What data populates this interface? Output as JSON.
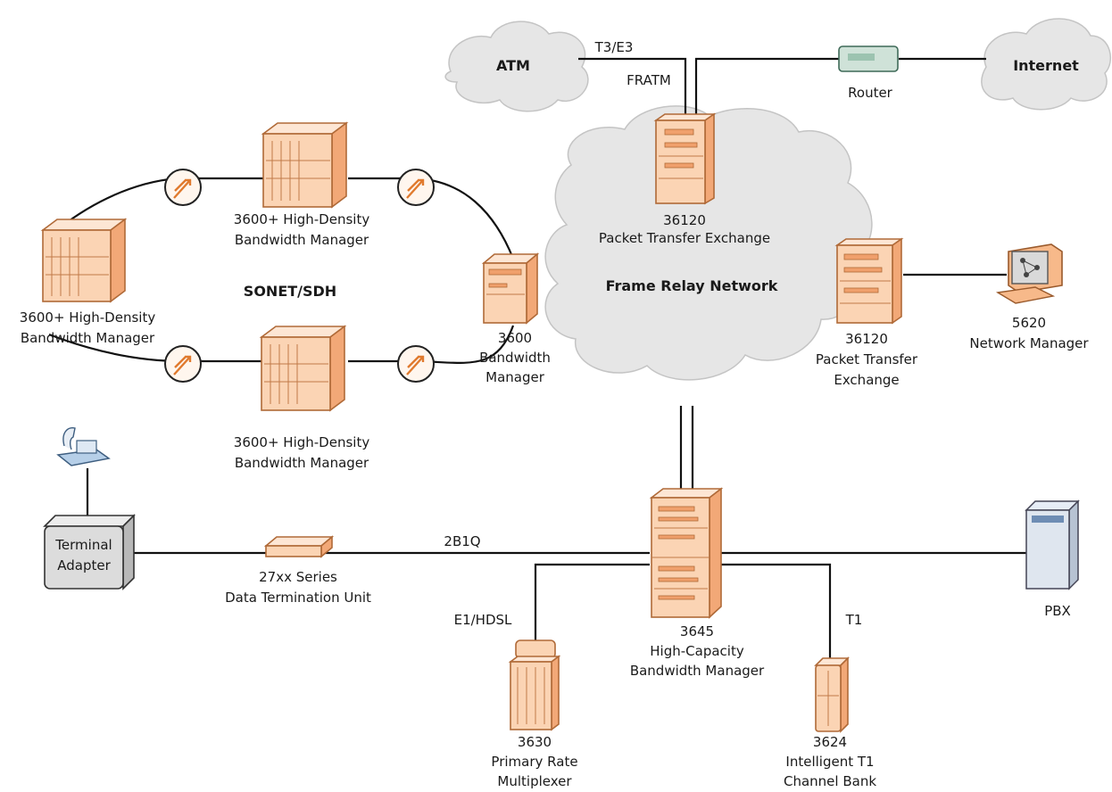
{
  "clouds": {
    "atm": "ATM",
    "internet": "Internet",
    "frame_relay": "Frame Relay Network"
  },
  "ring_label": "SONET/SDH",
  "links": {
    "t3e3": "T3/E3",
    "fratm": "FRATM",
    "b2b1q": "2B1Q",
    "e1hdsl": "E1/HDSL",
    "t1": "T1"
  },
  "devices": {
    "router": [
      "Router"
    ],
    "pte_top": [
      "36120",
      "Packet Transfer Exchange"
    ],
    "pte_right": [
      "36120",
      "Packet Transfer",
      "Exchange"
    ],
    "nm": [
      "5620",
      "Network Manager"
    ],
    "hd_top": [
      "3600+ High-Density",
      "Bandwidth Manager"
    ],
    "hd_left": [
      "3600+ High-Density",
      "Bandwidth Manager"
    ],
    "hd_bottom": [
      "3600+ High-Density",
      "Bandwidth Manager"
    ],
    "bm3600": [
      "3600",
      "Bandwidth",
      "Manager"
    ],
    "ta": [
      "Terminal",
      "Adapter"
    ],
    "dtu": [
      "27xx Series",
      "Data Termination Unit"
    ],
    "hc3645": [
      "3645",
      "High-Capacity",
      "Bandwidth Manager"
    ],
    "pbx": [
      "PBX"
    ],
    "prm3630": [
      "3630",
      "Primary Rate",
      "Multiplexer"
    ],
    "cb3624": [
      "3624",
      "Intelligent T1",
      "Channel Bank"
    ]
  },
  "colors": {
    "device_fill": "#fbd4b4",
    "device_edge": "#b06a38",
    "cloud_fill": "#e6e6e6",
    "line": "#111111"
  }
}
